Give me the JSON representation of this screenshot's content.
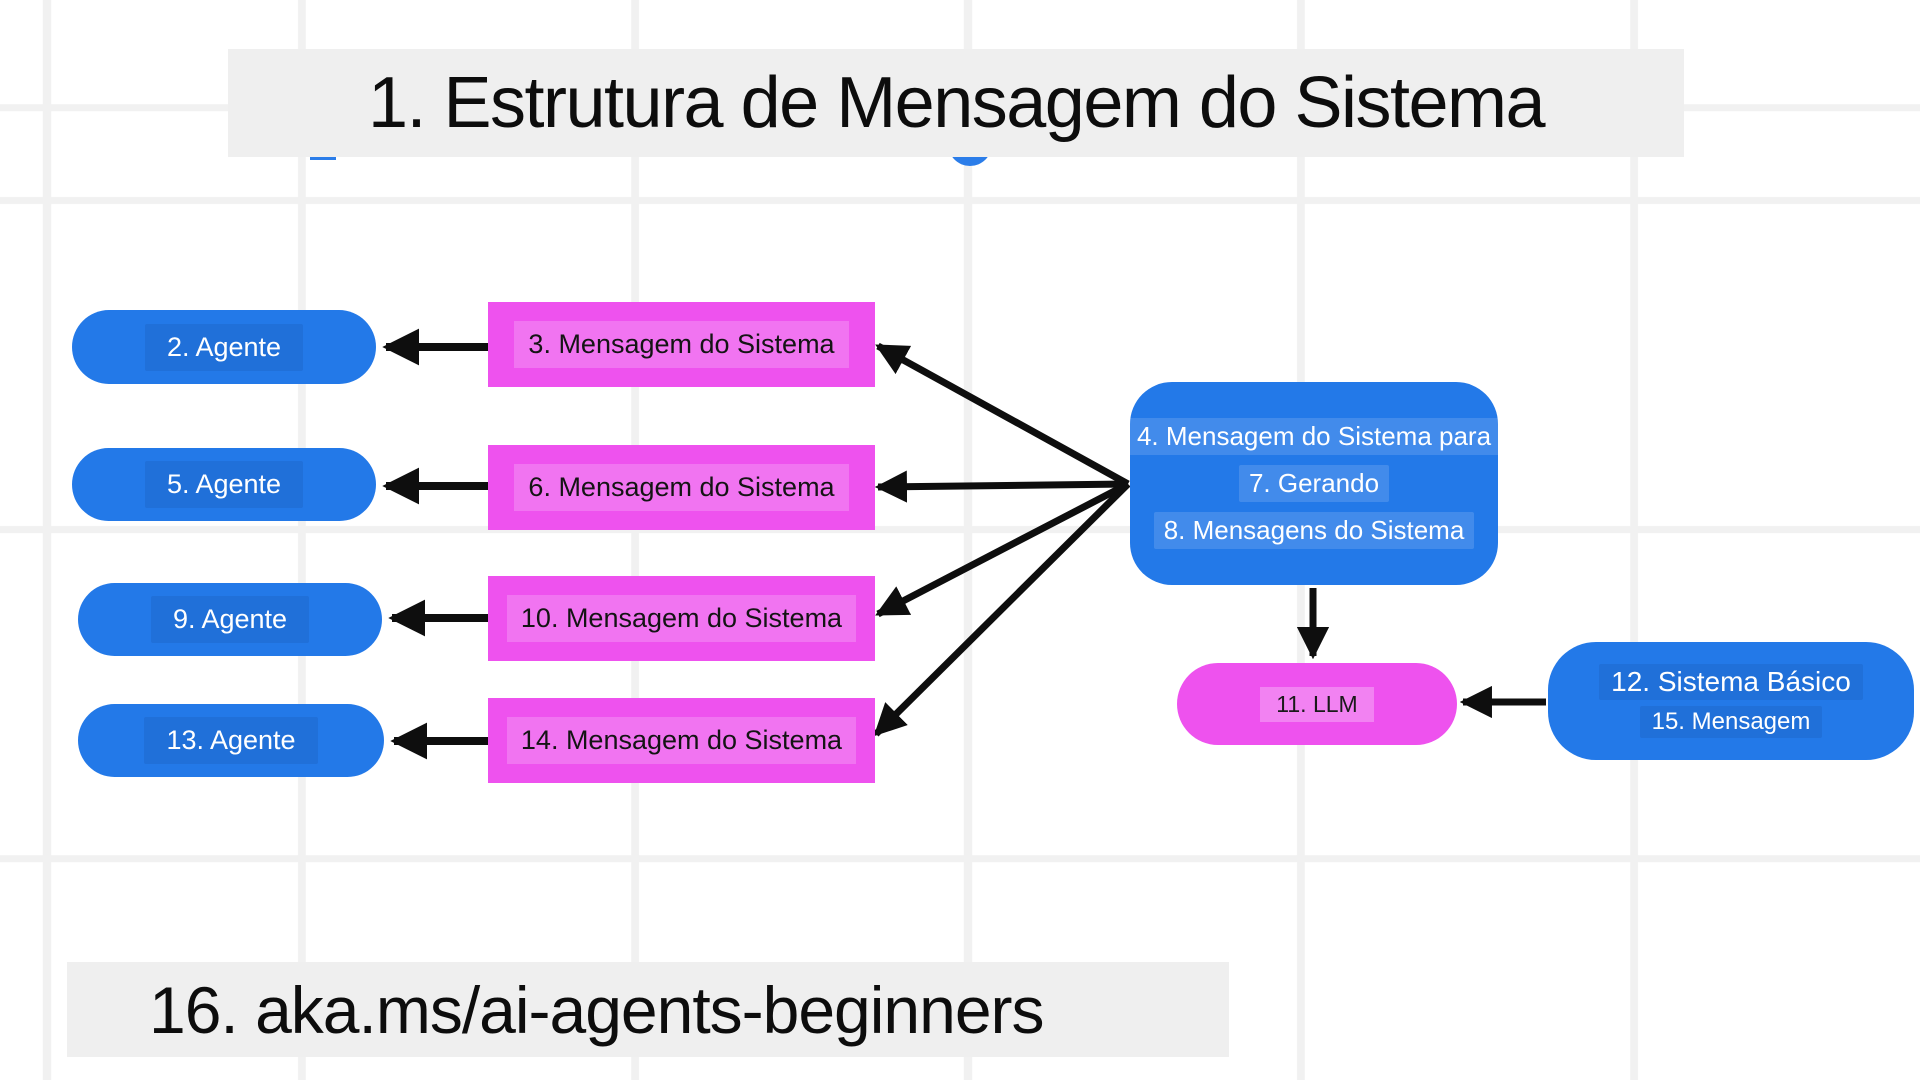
{
  "title": {
    "label": "1. Estrutura de Mensagem do Sistema"
  },
  "footer": {
    "label": "16. aka.ms/ai-agents-beginners"
  },
  "agents": [
    {
      "label": "2. Agente"
    },
    {
      "label": "5. Agente"
    },
    {
      "label": "9. Agente"
    },
    {
      "label": "13. Agente"
    }
  ],
  "messages": [
    {
      "label": "3. Mensagem do Sistema"
    },
    {
      "label": "6. Mensagem do Sistema"
    },
    {
      "label": "10. Mensagem do Sistema"
    },
    {
      "label": "14. Mensagem do Sistema"
    }
  ],
  "generator": {
    "lines": [
      "4. Mensagem do Sistema para",
      "7. Gerando",
      "8. Mensagens do Sistema"
    ]
  },
  "llm": {
    "label": "11. LLM"
  },
  "basic_system": {
    "lines": [
      "12. Sistema Básico",
      "15. Mensagem"
    ]
  },
  "colors": {
    "node_blue": "#2379e8",
    "node_magenta": "#ee52ee",
    "banner_gray": "#efefef",
    "arrow_black": "#0e0e0e",
    "grid_gray": "#f1f1f1",
    "text_light": "#ffffff",
    "text_dark": "#141414"
  }
}
